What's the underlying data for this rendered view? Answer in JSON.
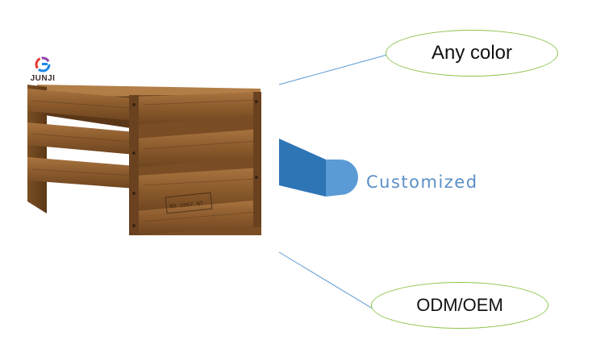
{
  "brand": {
    "name": "JUNJI",
    "logo_colors": [
      "#e53935",
      "#1e88e5",
      "#8e44ad"
    ]
  },
  "product": {
    "crate_stamp": "MX-1067 NT"
  },
  "labels": {
    "top": "Any color",
    "middle": "Customized",
    "bottom": "ODM/OEM"
  },
  "colors": {
    "bubble_border": "#8dc44a",
    "connector_line": "#5b9bd5",
    "tab_dark": "#2e75b6",
    "tab_light": "#5b9bd5",
    "middle_text": "#5b8fc6"
  }
}
